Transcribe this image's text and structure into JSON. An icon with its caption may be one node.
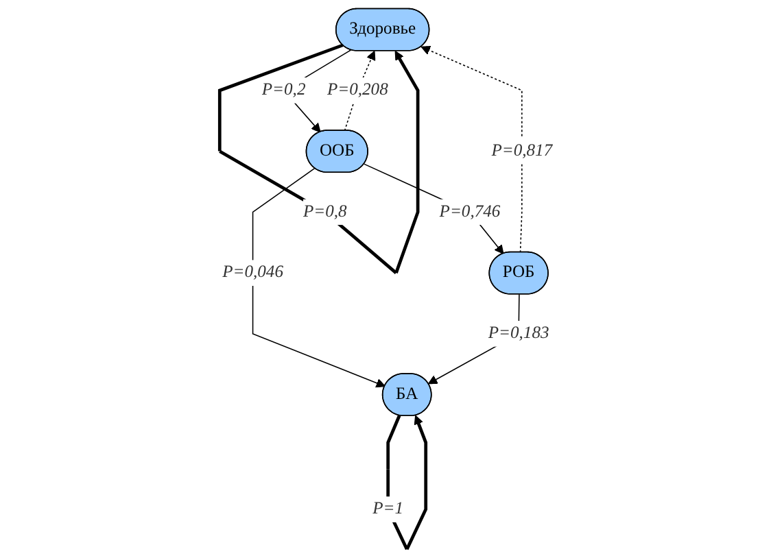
{
  "diagram": {
    "nodes": [
      {
        "text": [
          "Здоровье"
        ]
      },
      {
        "text": [
          "ООБ"
        ]
      },
      {
        "text": [
          "РОБ"
        ]
      },
      {
        "text": [
          "БА"
        ]
      }
    ],
    "edges": [
      {
        "from": 0,
        "to": 0,
        "arrow": "to",
        "label": "P=0,8",
        "style": "thick"
      },
      {
        "from": 0,
        "to": 1,
        "arrow": "to",
        "label": "P=0,2"
      },
      {
        "from": 1,
        "to": 0,
        "arrow": "to",
        "label": "P=0,208",
        "style": "dashed"
      },
      {
        "from": 1,
        "to": 2,
        "arrow": "to",
        "label": "P=0,746"
      },
      {
        "from": 2,
        "to": 0,
        "arrow": "to",
        "label": "P=0,817",
        "style": "dashed"
      },
      {
        "from": 1,
        "to": 3,
        "arrow": "to",
        "label": "P=0,046"
      },
      {
        "from": 2,
        "to": 3,
        "arrow": "to",
        "label": "P=0,183"
      },
      {
        "from": 3,
        "to": 3,
        "arrow": "to",
        "label": "P=1",
        "style": "thick"
      }
    ]
  }
}
